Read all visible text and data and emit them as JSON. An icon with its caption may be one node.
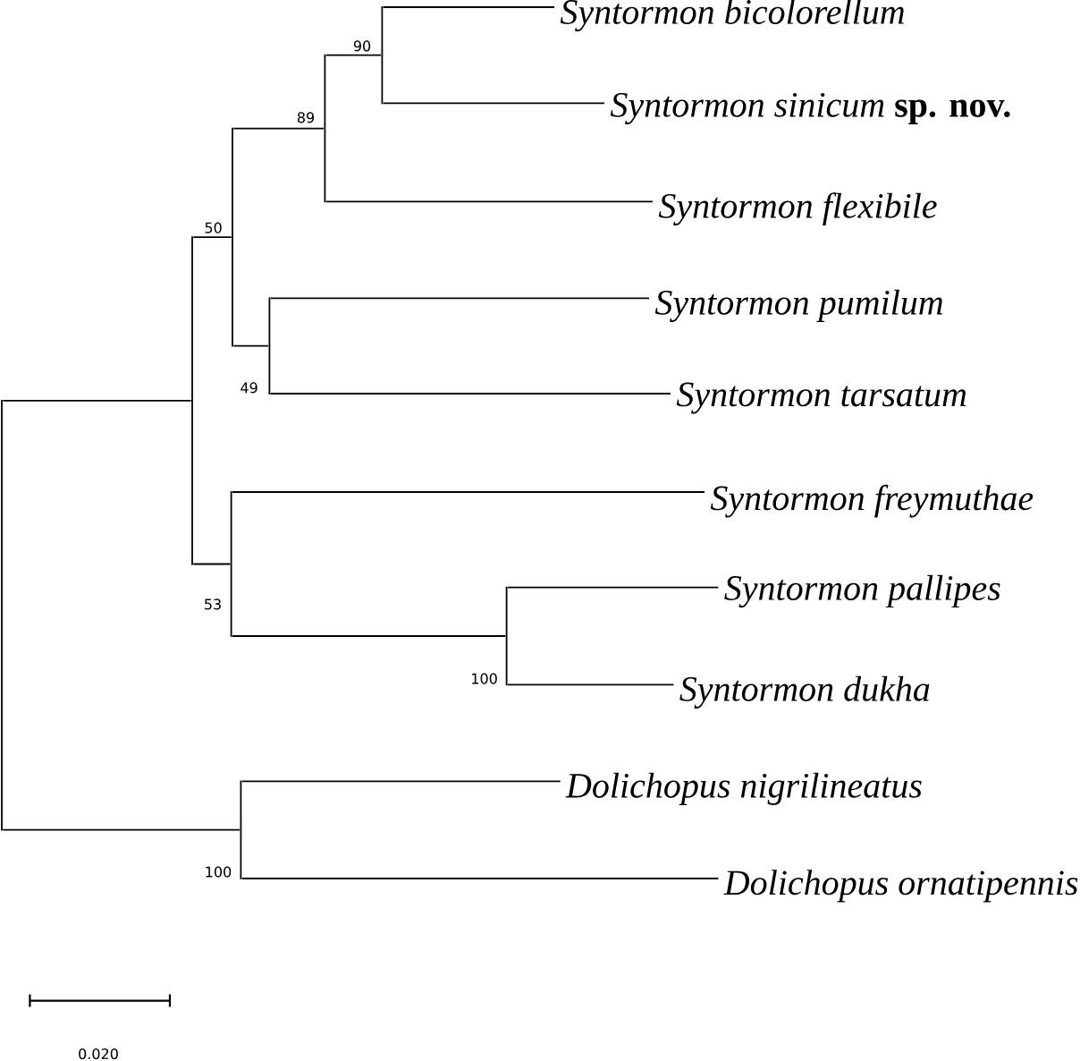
{
  "diagram": {
    "nodes": [
      {
        "text": [
          "Syntormon bicolorellum"
        ]
      },
      {
        "text": [
          "Syntormon sinicum **sp. nov.**"
        ]
      },
      {
        "text": [
          "Syntormon flexibile"
        ]
      },
      {
        "text": [
          "Syntormon pumilum"
        ]
      },
      {
        "text": [
          "Syntormon tarsatum"
        ]
      },
      {
        "text": [
          "Syntormon freymuthae"
        ]
      },
      {
        "text": [
          "Syntormon pallipes"
        ]
      },
      {
        "text": [
          "Syntormon dukha"
        ]
      },
      {
        "text": [
          "Dolichopus nigrilineatus"
        ]
      },
      {
        "text": [
          "Dolichopus ornatipennis"
        ]
      },
      {
        "text": [],
        "shape": "bar"
      },
      {
        "text": [],
        "shape": "bar"
      },
      {
        "text": [],
        "shape": "bar",
        "beside": [
          "50"
        ]
      },
      {
        "text": [],
        "shape": "bar",
        "beside": [
          "89"
        ]
      },
      {
        "text": [],
        "shape": "bar",
        "beside": [
          "90"
        ]
      },
      {
        "text": [],
        "shape": "bar",
        "beside": [
          "49"
        ]
      },
      {
        "text": [],
        "shape": "bar",
        "beside": [
          "53"
        ]
      },
      {
        "text": [],
        "shape": "bar",
        "beside": [
          "100"
        ]
      },
      {
        "text": [],
        "shape": "bar",
        "beside": [
          "100"
        ]
      }
    ],
    "edges": [
      {
        "from": 10,
        "to": 11,
        "arrow": "none"
      },
      {
        "from": 10,
        "to": 18,
        "arrow": "none"
      },
      {
        "from": 11,
        "to": 12,
        "arrow": "none"
      },
      {
        "from": 11,
        "to": 16,
        "arrow": "none"
      },
      {
        "from": 12,
        "to": 13,
        "arrow": "none"
      },
      {
        "from": 12,
        "to": 15,
        "arrow": "none"
      },
      {
        "from": 13,
        "to": 14,
        "arrow": "none"
      },
      {
        "from": 13,
        "to": 2,
        "arrow": "none"
      },
      {
        "from": 14,
        "to": 0,
        "arrow": "none"
      },
      {
        "from": 14,
        "to": 1,
        "arrow": "none"
      },
      {
        "from": 15,
        "to": 3,
        "arrow": "none"
      },
      {
        "from": 15,
        "to": 4,
        "arrow": "none"
      },
      {
        "from": 16,
        "to": 5,
        "arrow": "none"
      },
      {
        "from": 16,
        "to": 17,
        "arrow": "none"
      },
      {
        "from": 17,
        "to": 6,
        "arrow": "none"
      },
      {
        "from": 17,
        "to": 7,
        "arrow": "none"
      },
      {
        "from": 18,
        "to": 8,
        "arrow": "none"
      },
      {
        "from": 18,
        "to": 9,
        "arrow": "none"
      }
    ],
    "labels": [
      "0.020"
    ]
  }
}
